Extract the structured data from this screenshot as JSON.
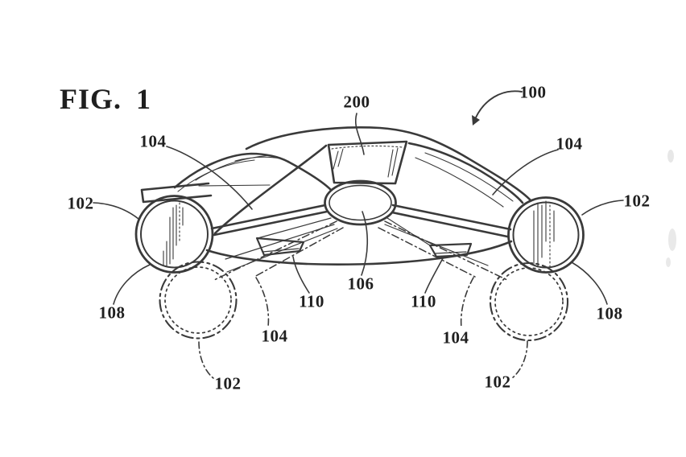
{
  "figure": {
    "label_prefix": "FIG.",
    "label_number": "1"
  },
  "refs": {
    "vehicle_100": "100",
    "canopy_200": "200",
    "wing_top_left_104": "104",
    "wing_top_right_104": "104",
    "fan_left_102": "102",
    "fan_right_102": "102",
    "duct_left_108": "108",
    "duct_right_108": "108",
    "flap_left_110": "110",
    "flap_right_110": "110",
    "center_rotor_106": "106",
    "arm_lower_left_104": "104",
    "arm_lower_right_104": "104",
    "wheel_lower_left_102": "102",
    "wheel_lower_right_102": "102"
  },
  "colors": {
    "background": "#ffffff",
    "line": "#3a3a3a",
    "label_text": "#1f1f1f"
  }
}
